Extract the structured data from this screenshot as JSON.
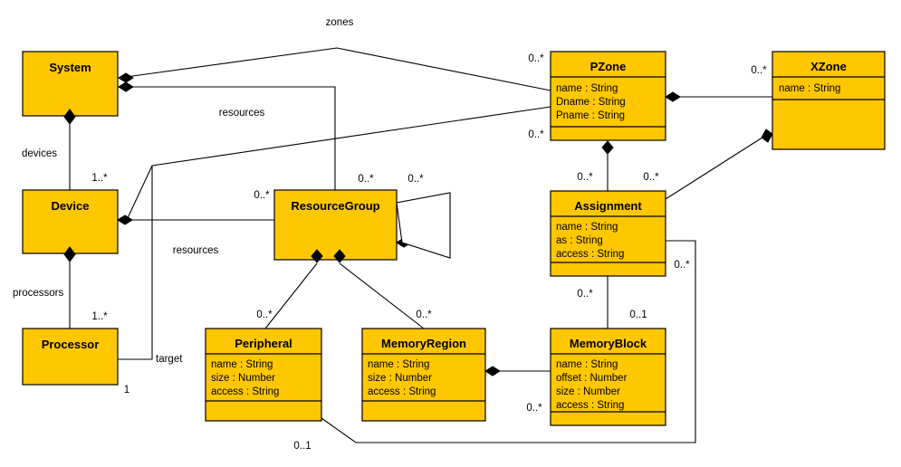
{
  "diagram": {
    "kind": "uml-class-diagram",
    "background": "#ffffff",
    "class_fill": "#FFC700",
    "line_color": "#000000"
  },
  "classes": {
    "system": {
      "name": "System",
      "attributes": []
    },
    "device": {
      "name": "Device",
      "attributes": []
    },
    "processor": {
      "name": "Processor",
      "attributes": []
    },
    "resourcegroup": {
      "name": "ResourceGroup",
      "attributes": []
    },
    "pzone": {
      "name": "PZone",
      "attributes": [
        "name : String",
        "Dname : String",
        "Pname : String"
      ]
    },
    "xzone": {
      "name": "XZone",
      "attributes": [
        "name : String"
      ]
    },
    "assignment": {
      "name": "Assignment",
      "attributes": [
        "name : String",
        "as : String",
        "access : String"
      ]
    },
    "peripheral": {
      "name": "Peripheral",
      "attributes": [
        "name : String",
        "size : Number",
        "access : String"
      ]
    },
    "memoryregion": {
      "name": "MemoryRegion",
      "attributes": [
        "name : String",
        "size : Number",
        "access : String"
      ]
    },
    "memoryblock": {
      "name": "MemoryBlock",
      "attributes": [
        "name : String",
        "offset : Number",
        "size : Number",
        "access : String"
      ]
    }
  },
  "role_labels": {
    "zones": "zones",
    "resources_top": "resources",
    "resources_mid": "resources",
    "devices": "devices",
    "processors": "processors",
    "target": "target"
  },
  "multiplicities": {
    "system_devices": "1..*",
    "device_processors": "1..*",
    "pzone_zones": "0..*",
    "pzone_resources": "0..*",
    "xzone_pzone": "0..*",
    "resourcegroup_left": "0..*",
    "resourcegroup_top": "0..*",
    "resourcegroup_self": "0..*",
    "peripheral_rg": "0..*",
    "memoryregion_rg": "0..*",
    "assignment_pzone_left": "0..*",
    "assignment_pzone_right": "0..*",
    "assignment_xzone": "0..*",
    "assignment_right": "0..*",
    "assignment_memoryblock": "0..*",
    "memoryblock_assignment": "0..1",
    "memoryblock_region": "0..*",
    "peripheral_target": "0..1",
    "processor_target": "1"
  }
}
